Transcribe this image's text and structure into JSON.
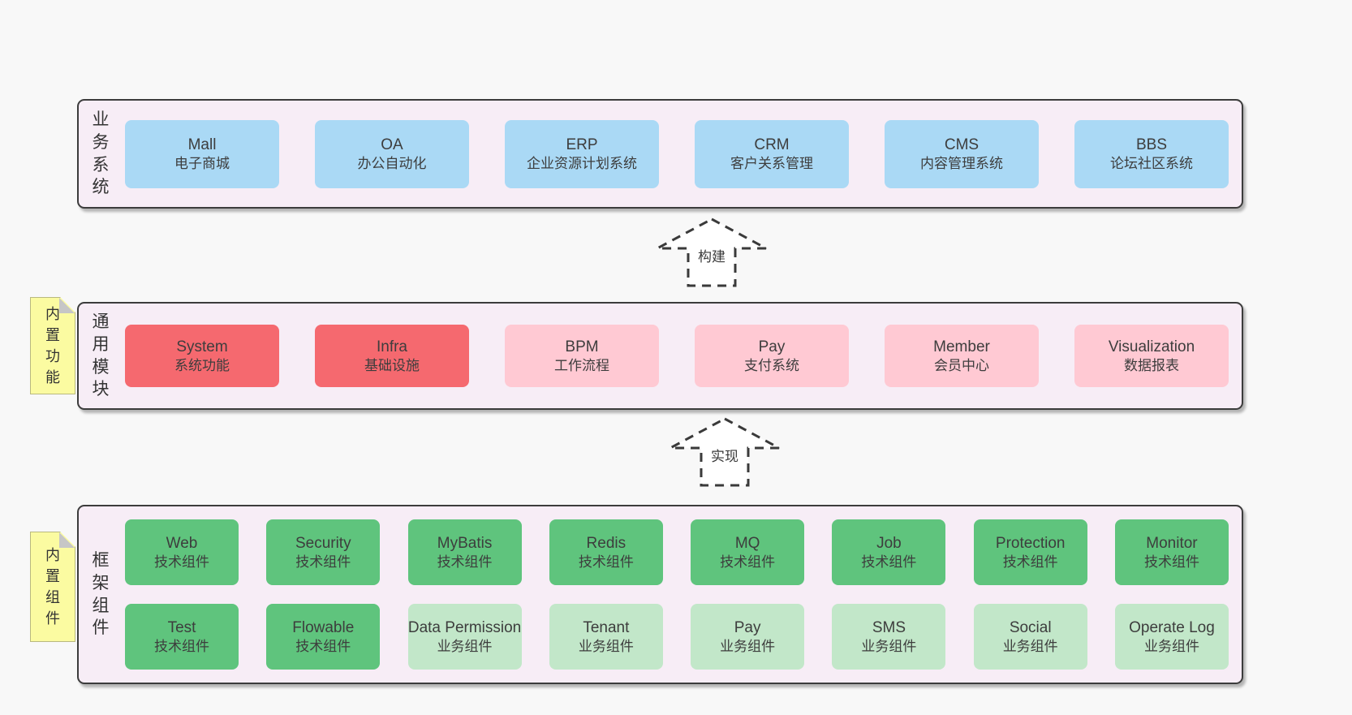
{
  "layers": {
    "business": {
      "label": "业务系统",
      "boxes": [
        {
          "en": "Mall",
          "zh": "电子商城",
          "variant": "blue"
        },
        {
          "en": "OA",
          "zh": "办公自动化",
          "variant": "blue"
        },
        {
          "en": "ERP",
          "zh": "企业资源计划系统",
          "variant": "blue"
        },
        {
          "en": "CRM",
          "zh": "客户关系管理",
          "variant": "blue"
        },
        {
          "en": "CMS",
          "zh": "内容管理系统",
          "variant": "blue"
        },
        {
          "en": "BBS",
          "zh": "论坛社区系统",
          "variant": "blue"
        }
      ]
    },
    "modules": {
      "label": "通用模块",
      "note": "内置功能",
      "boxes": [
        {
          "en": "System",
          "zh": "系统功能",
          "variant": "red"
        },
        {
          "en": "Infra",
          "zh": "基础设施",
          "variant": "red"
        },
        {
          "en": "BPM",
          "zh": "工作流程",
          "variant": "pink"
        },
        {
          "en": "Pay",
          "zh": "支付系统",
          "variant": "pink"
        },
        {
          "en": "Member",
          "zh": "会员中心",
          "variant": "pink"
        },
        {
          "en": "Visualization",
          "zh": "数据报表",
          "variant": "pink"
        }
      ]
    },
    "components": {
      "label": "框架组件",
      "note": "内置组件",
      "row1": [
        {
          "en": "Web",
          "zh": "技术组件",
          "variant": "green"
        },
        {
          "en": "Security",
          "zh": "技术组件",
          "variant": "green"
        },
        {
          "en": "MyBatis",
          "zh": "技术组件",
          "variant": "green"
        },
        {
          "en": "Redis",
          "zh": "技术组件",
          "variant": "green"
        },
        {
          "en": "MQ",
          "zh": "技术组件",
          "variant": "green"
        },
        {
          "en": "Job",
          "zh": "技术组件",
          "variant": "green"
        },
        {
          "en": "Protection",
          "zh": "技术组件",
          "variant": "green"
        },
        {
          "en": "Monitor",
          "zh": "技术组件",
          "variant": "green"
        }
      ],
      "row2": [
        {
          "en": "Test",
          "zh": "技术组件",
          "variant": "green"
        },
        {
          "en": "Flowable",
          "zh": "技术组件",
          "variant": "green"
        },
        {
          "en": "Data Permission",
          "zh": "业务组件",
          "variant": "green_light"
        },
        {
          "en": "Tenant",
          "zh": "业务组件",
          "variant": "green_light"
        },
        {
          "en": "Pay",
          "zh": "业务组件",
          "variant": "green_light"
        },
        {
          "en": "SMS",
          "zh": "业务组件",
          "variant": "green_light"
        },
        {
          "en": "Social",
          "zh": "业务组件",
          "variant": "green_light"
        },
        {
          "en": "Operate Log",
          "zh": "业务组件",
          "variant": "green_light"
        }
      ]
    }
  },
  "arrows": {
    "build": {
      "label": "构建"
    },
    "implement": {
      "label": "实现"
    }
  },
  "colors": {
    "blue": "#aad9f5",
    "red": "#f5696f",
    "pink": "#ffc9d3",
    "green": "#5fc47d",
    "green_light": "#c2e7c9",
    "container_fill": "#f7edf6",
    "container_border": "#3c3c3c",
    "note_yellow": "#fbfba1",
    "background": "#f8f8f8",
    "text": "#3d3d3d"
  }
}
